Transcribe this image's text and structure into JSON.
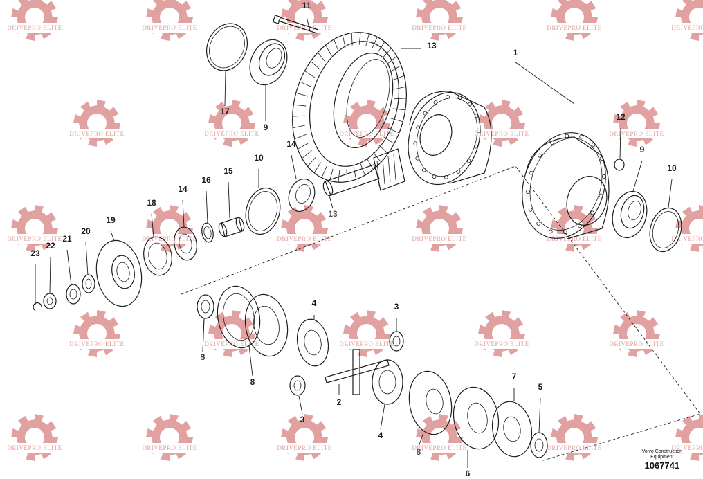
{
  "watermark": {
    "text": "DRIVEPRO ELITE",
    "color": "#d98282"
  },
  "callouts": [
    "1",
    "2",
    "3",
    "3",
    "3",
    "4",
    "4",
    "5",
    "5",
    "6",
    "7",
    "8",
    "8",
    "9",
    "9",
    "10",
    "10",
    "11",
    "12",
    "13",
    "13",
    "14",
    "14",
    "15",
    "16",
    "17",
    "18",
    "19",
    "20",
    "21",
    "22",
    "23"
  ],
  "footer": {
    "brand_line1": "Volvo Construction",
    "brand_line2": "Equipment",
    "drawing_number": "1067741"
  }
}
